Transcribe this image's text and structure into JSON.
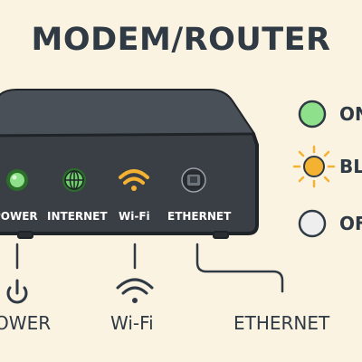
{
  "title": "MODEM/ROUTER",
  "device_labels": {
    "power": "POWER",
    "internet": "INTERNET",
    "wifi": "Wi-Fi",
    "ethernet": "ETHERNET"
  },
  "bottom_labels": {
    "power": "POWER",
    "wifi": "Wi-Fi",
    "ethernet": "ETHERNET"
  },
  "legend": {
    "on": {
      "text": "ON",
      "color": "#8fe08a"
    },
    "blink": {
      "text": "BL",
      "color": "#f4b233"
    },
    "off": {
      "text": "OF",
      "color": "#eeeeee"
    }
  },
  "colors": {
    "background": "#fbf3e2",
    "device": "#3a3f45",
    "outline": "#1f2428",
    "text": "#2f3a44"
  },
  "icons": [
    "globe-icon",
    "wifi-icon",
    "ethernet-port-icon",
    "power-icon",
    "sun-blink-icon"
  ]
}
